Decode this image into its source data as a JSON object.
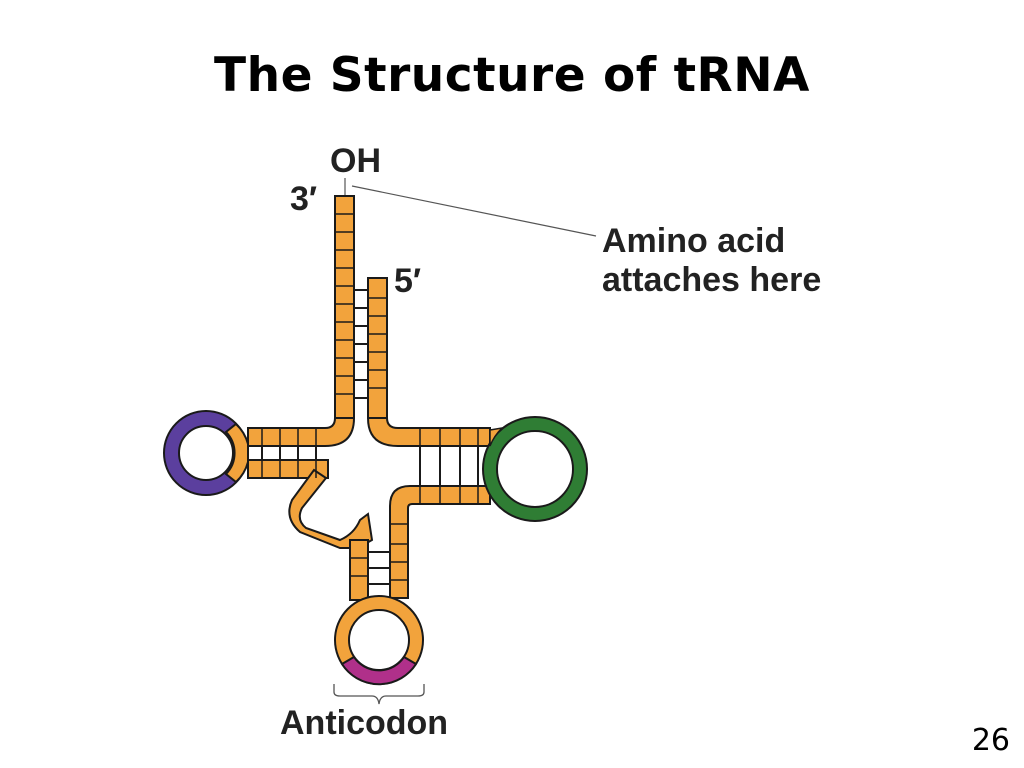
{
  "slide": {
    "title": "The Structure of tRNA",
    "number": "26"
  },
  "diagram": {
    "labels": {
      "oh": "OH",
      "three_prime": "3′",
      "five_prime": "5′",
      "amino_acid_line1": "Amino acid",
      "amino_acid_line2": "attaches here",
      "anticodon": "Anticodon"
    },
    "colors": {
      "backbone": "#f2a33c",
      "outline": "#1a1a1a",
      "left_loop": "#5b3f9e",
      "right_loop": "#2f7d34",
      "anticodon_loop": "#b0308a",
      "base_pair_fill": "#ffffff"
    }
  }
}
